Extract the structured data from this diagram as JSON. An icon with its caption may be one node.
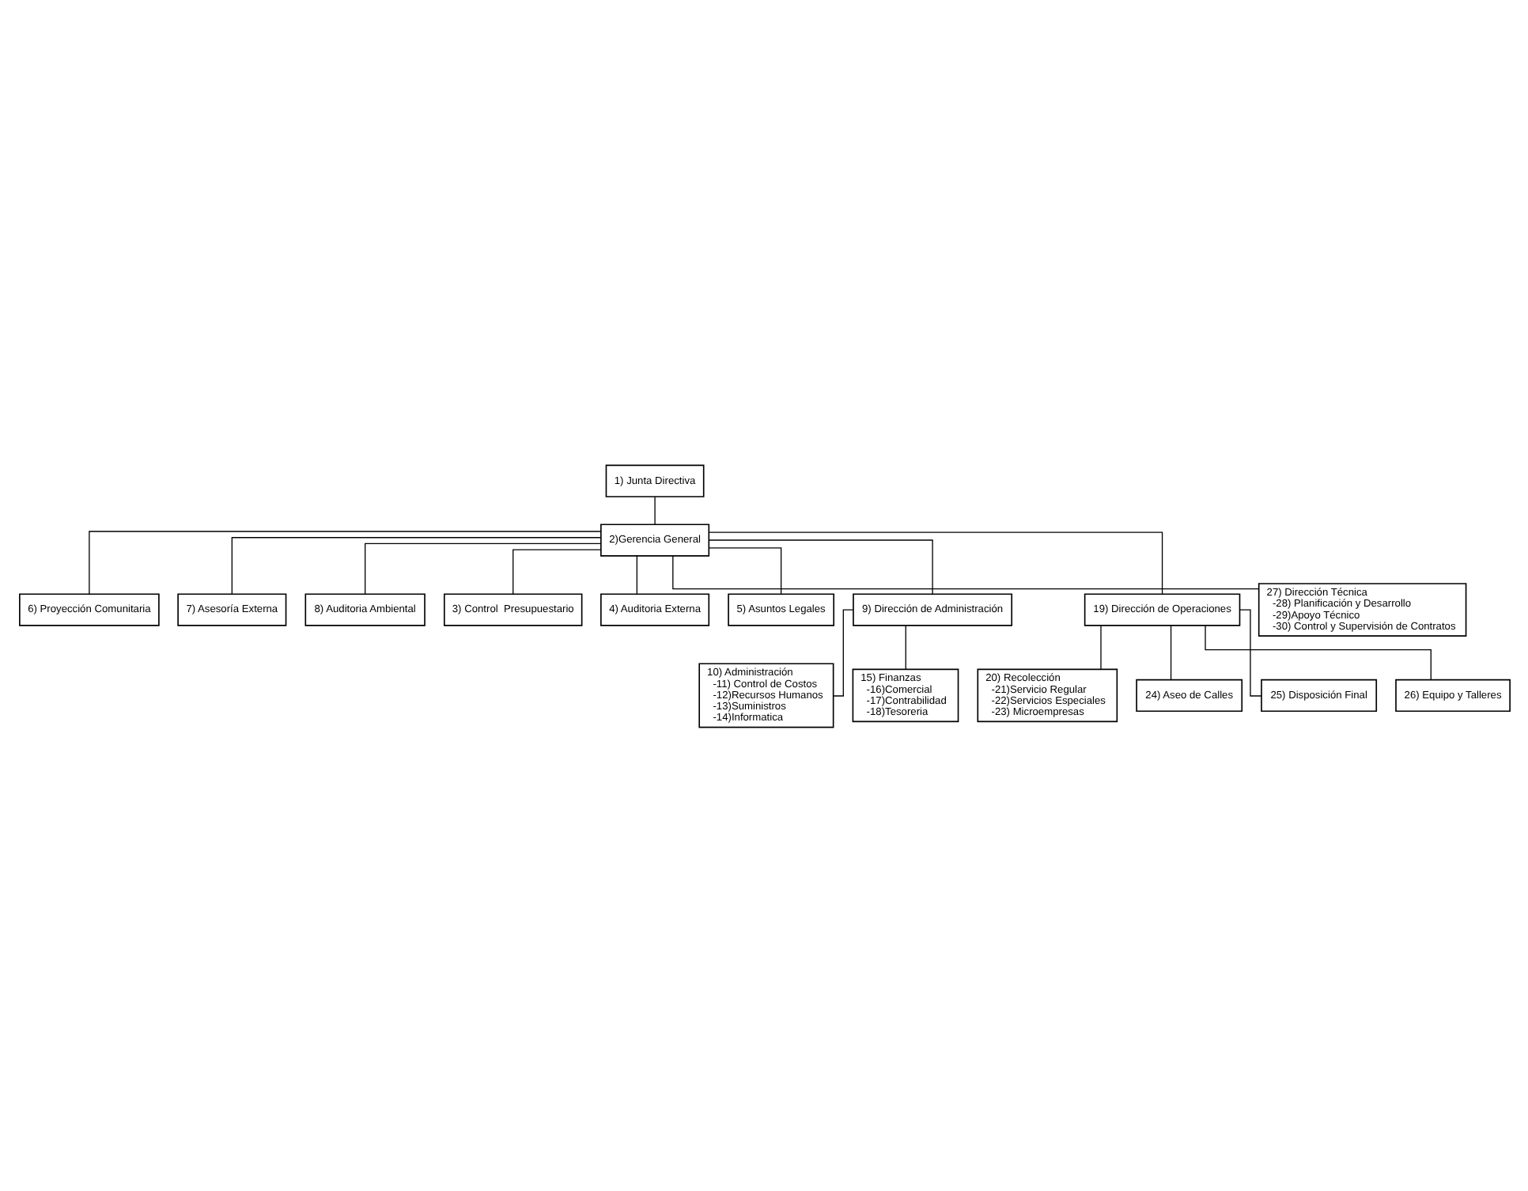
{
  "diagram": {
    "nodes": [
      {
        "text": [
          "1) Junta Directiva"
        ]
      },
      {
        "text": [
          "2)Gerencia General"
        ]
      },
      {
        "text": [
          "6) Proyección Comunitaria"
        ]
      },
      {
        "text": [
          "7) Asesoría Externa"
        ]
      },
      {
        "text": [
          "8) Auditoria Ambiental"
        ]
      },
      {
        "text": [
          "3) Control  Presupuestario"
        ]
      },
      {
        "text": [
          "4) Auditoria Externa"
        ]
      },
      {
        "text": [
          "5) Asuntos Legales"
        ]
      },
      {
        "text": [
          "9) Dirección de Administración"
        ]
      },
      {
        "text": [
          "19) Dirección de Operaciones"
        ]
      },
      {
        "text": [
          "27) Dirección Técnica",
          "-28) Planificación y Desarrollo",
          "-29)Apoyo Técnico",
          "-30) Control y Supervisión de Contratos"
        ]
      },
      {
        "text": [
          "10) Administración",
          "-11) Control de Costos",
          "-12)Recursos Humanos",
          "-13)Suministros",
          "-14)Informatica"
        ]
      },
      {
        "text": [
          "15) Finanzas",
          "-16)Comercial",
          "-17)Contrabilidad",
          "-18)Tesoreria"
        ]
      },
      {
        "text": [
          "20) Recolección",
          "-21)Servicio Regular",
          "-22)Servicios Especiales",
          "-23) Microempresas"
        ]
      },
      {
        "text": [
          "24) Aseo de Calles"
        ]
      },
      {
        "text": [
          "25) Disposición Final"
        ]
      },
      {
        "text": [
          "26) Equipo y Talleres"
        ]
      }
    ],
    "edges": [
      {
        "from": 0,
        "to": 1,
        "arrow": "none"
      },
      {
        "from": 1,
        "to": 2,
        "arrow": "none"
      },
      {
        "from": 1,
        "to": 3,
        "arrow": "none"
      },
      {
        "from": 1,
        "to": 4,
        "arrow": "none"
      },
      {
        "from": 1,
        "to": 5,
        "arrow": "none"
      },
      {
        "from": 1,
        "to": 6,
        "arrow": "none"
      },
      {
        "from": 1,
        "to": 7,
        "arrow": "none"
      },
      {
        "from": 1,
        "to": 8,
        "arrow": "none"
      },
      {
        "from": 1,
        "to": 9,
        "arrow": "none"
      },
      {
        "from": 1,
        "to": 10,
        "arrow": "none"
      },
      {
        "from": 8,
        "to": 11,
        "arrow": "none"
      },
      {
        "from": 8,
        "to": 12,
        "arrow": "none"
      },
      {
        "from": 9,
        "to": 13,
        "arrow": "none"
      },
      {
        "from": 9,
        "to": 14,
        "arrow": "none"
      },
      {
        "from": 9,
        "to": 15,
        "arrow": "none"
      },
      {
        "from": 9,
        "to": 16,
        "arrow": "none"
      }
    ]
  }
}
